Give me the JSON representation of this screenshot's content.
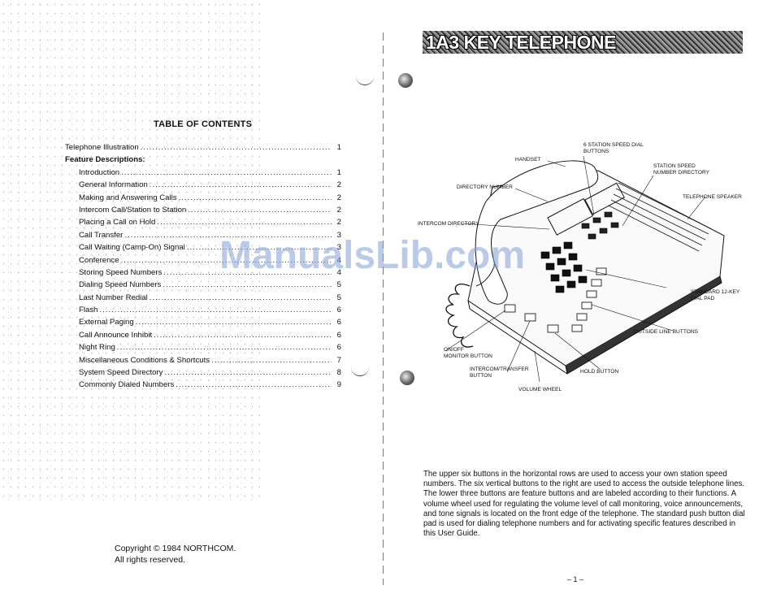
{
  "toc": {
    "title": "TABLE OF CONTENTS",
    "entries": [
      {
        "label": "Telephone Illustration",
        "page": "1"
      },
      {
        "label": "Feature Descriptions:",
        "page": ""
      },
      {
        "label": "Introduction",
        "page": "1"
      },
      {
        "label": "General Information",
        "page": "2"
      },
      {
        "label": "Making and Answering Calls",
        "page": "2"
      },
      {
        "label": "Intercom Call/Station to Station",
        "page": "2"
      },
      {
        "label": "Placing a Call on Hold",
        "page": "2"
      },
      {
        "label": "Call Transfer",
        "page": "3"
      },
      {
        "label": "Call Waiting (Camp-On) Signal",
        "page": "3"
      },
      {
        "label": "Conference",
        "page": "4"
      },
      {
        "label": "Storing Speed Numbers",
        "page": "4"
      },
      {
        "label": "Dialing Speed Numbers",
        "page": "5"
      },
      {
        "label": "Last Number Redial",
        "page": "5"
      },
      {
        "label": "Flash",
        "page": "6"
      },
      {
        "label": "External Paging",
        "page": "6"
      },
      {
        "label": "Call Announce Inhibit",
        "page": "6"
      },
      {
        "label": "Night Ring",
        "page": "6"
      },
      {
        "label": "Miscellaneous Conditions & Shortcuts",
        "page": "7"
      },
      {
        "label": "System Speed Directory",
        "page": "8"
      },
      {
        "label": "Commonly Dialed Numbers",
        "page": "9"
      }
    ]
  },
  "copyright": {
    "line1": "Copyright © 1984 NORTHCOM.",
    "line2": "All rights reserved."
  },
  "banner": {
    "title": "1A3 KEY TELEPHONE"
  },
  "diagram": {
    "labels": {
      "speed_dial_1": "6 STATION SPEED DIAL",
      "speed_dial_2": "BUTTONS",
      "handset": "HANDSET",
      "speed_dir_1": "STATION SPEED",
      "speed_dir_2": "NUMBER DIRECTORY",
      "directory_number": "DIRECTORY NUMBER",
      "speaker": "TELEPHONE SPEAKER",
      "intercom_directory": "INTERCOM DIRECTORY",
      "dial_pad_1": "STANDARD 12-KEY",
      "dial_pad_2": "DIAL PAD",
      "outside_line": "OUTSIDE LINE BUTTONS",
      "onoff_1": "ON/OFF",
      "onoff_2": "MONITOR BUTTON",
      "intercom_transfer_1": "INTERCOM/TRANSFER",
      "intercom_transfer_2": "BUTTON",
      "hold": "HOLD BUTTON",
      "volume": "VOLUME WHEEL"
    }
  },
  "description": "The upper six buttons in the horizontal rows are used to access your own station speed numbers. The six vertical buttons to the right are used to access the outside telephone lines. The lower three buttons are feature buttons and are labeled according to their functions. A volume wheel used for regulating the volume level of call monitoring, voice announcements, and tone signals is located on the front edge of the telephone. The standard push button dial pad is used for dialing telephone numbers and for activating specific features described in this User Guide.",
  "page_number": "– 1 –",
  "watermark": "ManualsLib.com"
}
